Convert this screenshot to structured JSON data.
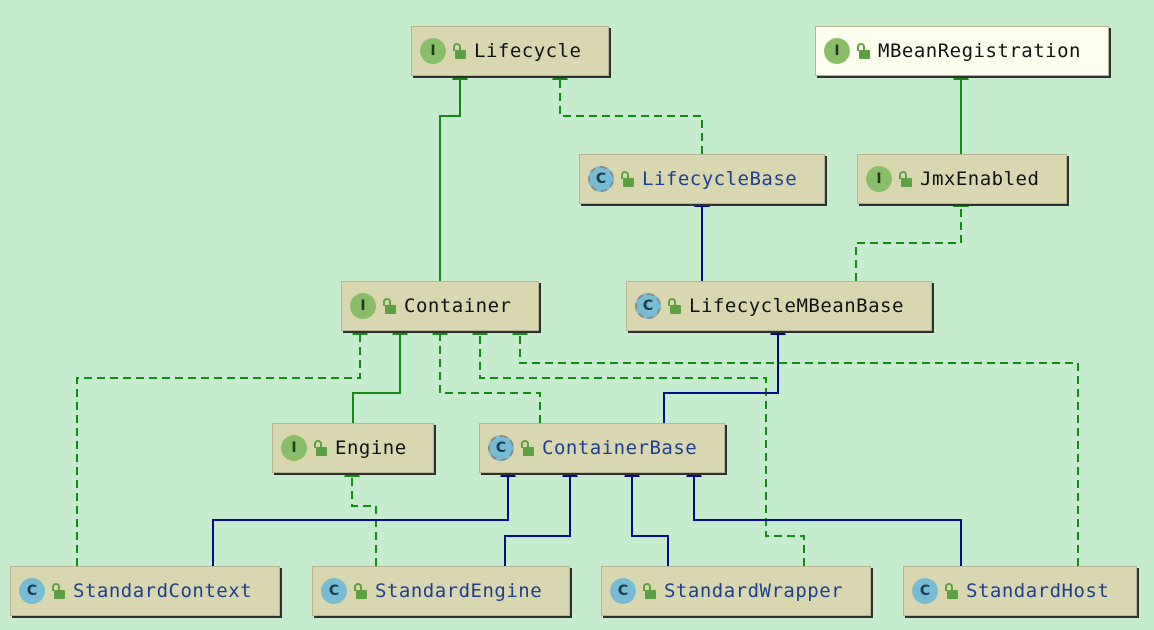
{
  "nodes": {
    "lifecycle": {
      "name": "Lifecycle",
      "kind": "I"
    },
    "mbean_registration": {
      "name": "MBeanRegistration",
      "kind": "I"
    },
    "lifecycle_base": {
      "name": "LifecycleBase",
      "kind": "C"
    },
    "jmx_enabled": {
      "name": "JmxEnabled",
      "kind": "I"
    },
    "container": {
      "name": "Container",
      "kind": "I"
    },
    "lifecycle_mbean_base": {
      "name": "LifecycleMBeanBase",
      "kind": "C"
    },
    "engine": {
      "name": "Engine",
      "kind": "I"
    },
    "container_base": {
      "name": "ContainerBase",
      "kind": "C"
    },
    "standard_context": {
      "name": "StandardContext",
      "kind": "C"
    },
    "standard_engine": {
      "name": "StandardEngine",
      "kind": "C"
    },
    "standard_wrapper": {
      "name": "StandardWrapper",
      "kind": "C"
    },
    "standard_host": {
      "name": "StandardHost",
      "kind": "C"
    }
  },
  "colors": {
    "background": "#c6ecce",
    "node_fill": "#d8d7b0",
    "selected_fill": "#fffff0",
    "interface_edge": "#138a13",
    "class_edge": "#050a8c"
  },
  "legend_relations": {
    "extends_class": "solid blue",
    "extends_interface": "solid green",
    "implements": "dashed green"
  }
}
